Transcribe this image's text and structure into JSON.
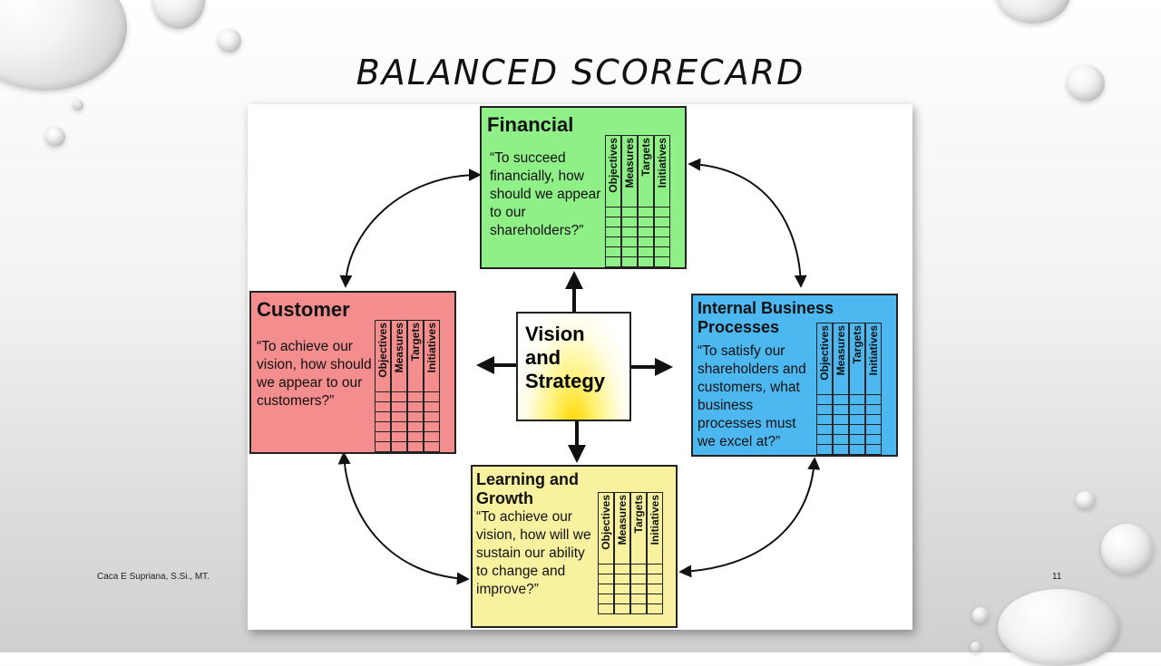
{
  "slide": {
    "title": "BALANCED SCORECARD",
    "footer_author": "Caca E Supriana, S.Si., MT.",
    "page_number": "11"
  },
  "diagram": {
    "center": "Vision and Strategy",
    "columns": [
      "Objectives",
      "Measures",
      "Targets",
      "Initiatives"
    ],
    "perspectives": {
      "financial": {
        "title": "Financial",
        "quote": "“To succeed financially, how should we appear to our shareholders?”",
        "color": "#8ef086"
      },
      "customer": {
        "title": "Customer",
        "quote": "“To achieve our vision, how should we appear to our customers?”",
        "color": "#f48d8d"
      },
      "internal": {
        "title": "Internal Business Processes",
        "quote": "“To satisfy our shareholders and customers, what business processes must we excel at?”",
        "color": "#4db8ef"
      },
      "learning": {
        "title": "Learning and Growth",
        "quote": "“To achieve our vision, how will we sustain our ability to change and improve?”",
        "color": "#f8f2a0"
      }
    }
  }
}
